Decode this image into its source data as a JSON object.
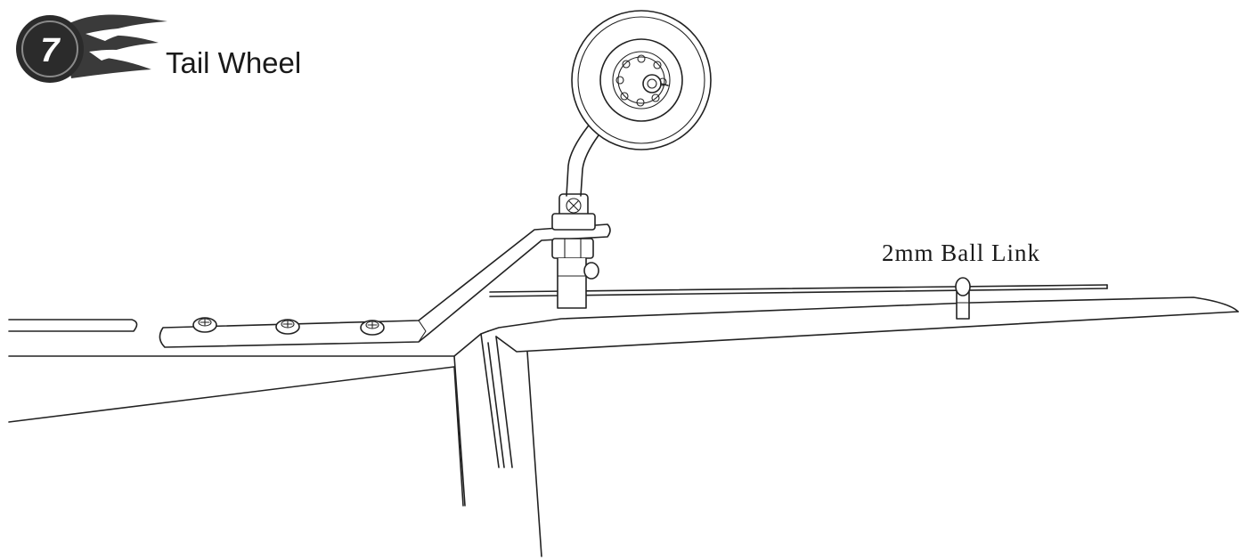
{
  "header": {
    "step_number": "7",
    "title": "Tail Wheel"
  },
  "labels": {
    "ball_link": "2mm Ball Link"
  },
  "icons": {
    "step_badge": "flame-step-badge-icon",
    "wheel": "tail-wheel-icon",
    "screw": "screw-head-icon"
  }
}
